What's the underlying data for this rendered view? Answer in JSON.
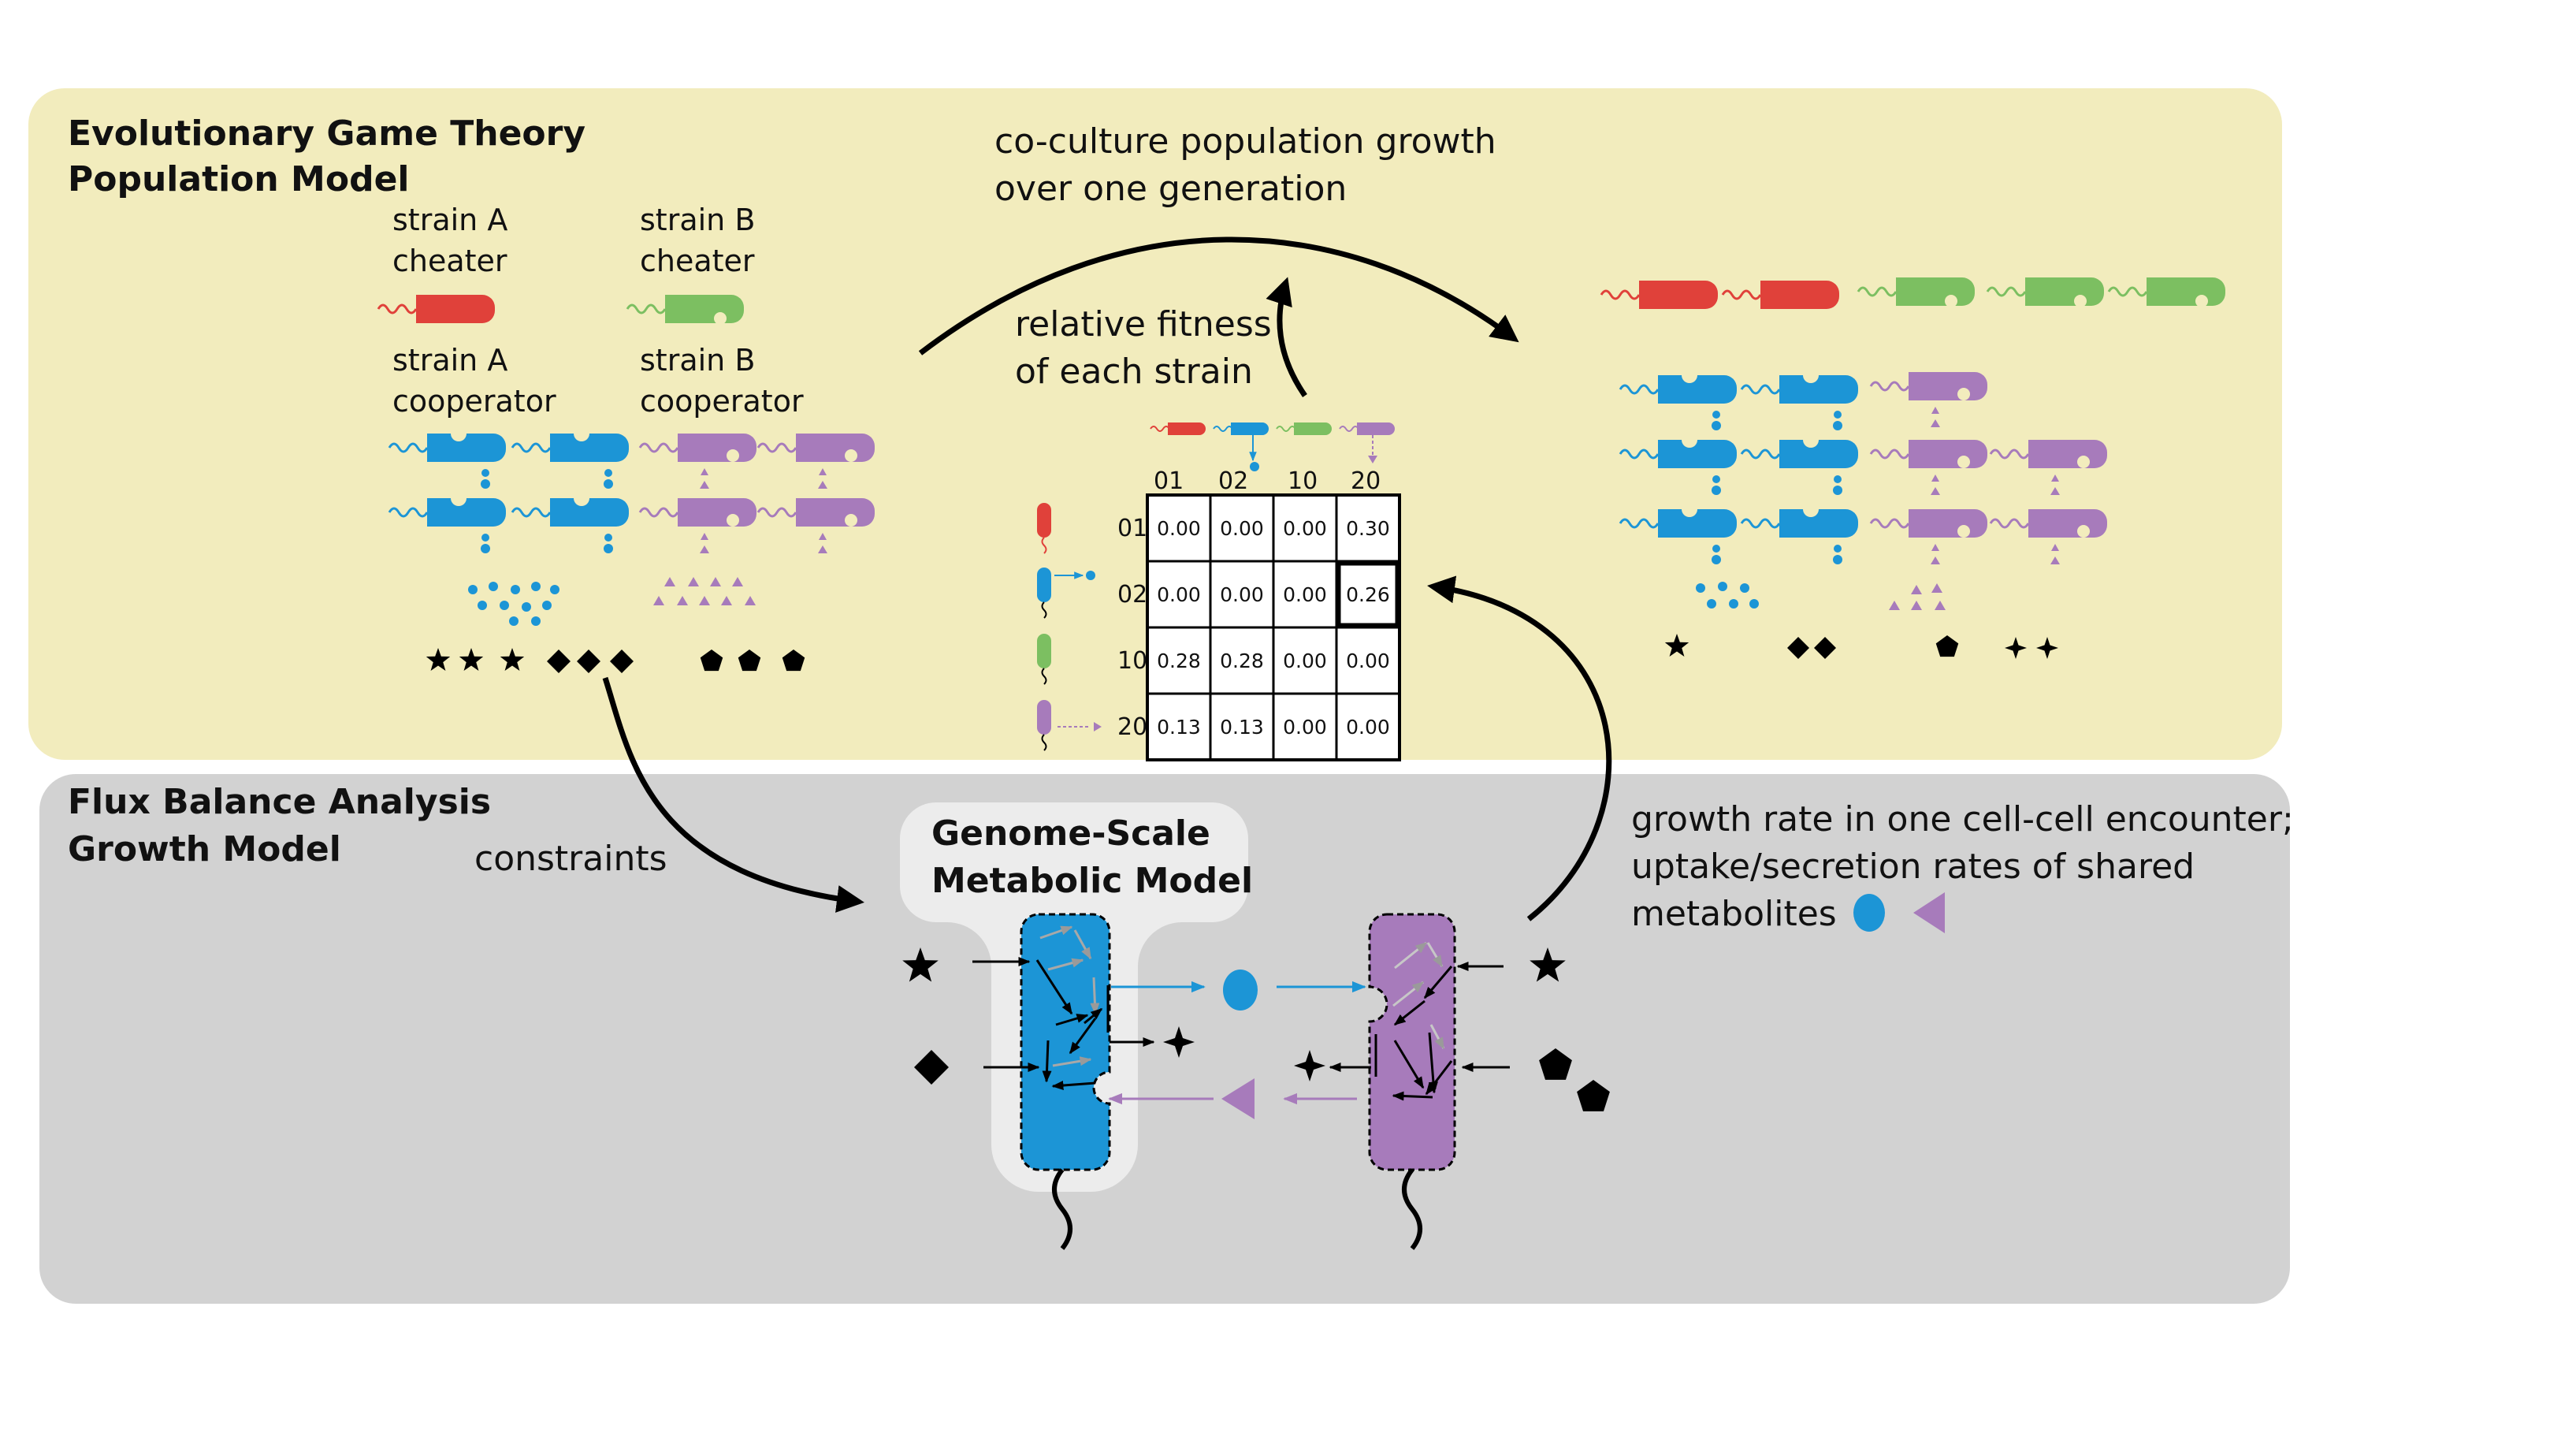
{
  "panels": {
    "top": {
      "title_line1": "Evolutionary Game Theory",
      "title_line2": "Population Model",
      "color": "#f2ecbd"
    },
    "bottom": {
      "title_line1": "Flux Balance Analysis",
      "title_line2": "Growth Model",
      "color": "#d2d2d2"
    }
  },
  "legend": {
    "strain_a_cheater": [
      "strain A",
      "cheater"
    ],
    "strain_b_cheater": [
      "strain B",
      "cheater"
    ],
    "strain_a_cooperator": [
      "strain A",
      "cooperator"
    ],
    "strain_b_cooperator": [
      "strain B",
      "cooperator"
    ]
  },
  "labels": {
    "coculture": [
      "co-culture population growth",
      "over one generation"
    ],
    "relative_fitness": [
      "relative fitness",
      "of each strain"
    ],
    "constraints": "constraints",
    "gsmm": [
      "Genome-Scale",
      "Metabolic Model"
    ],
    "growth_rate": [
      "growth rate in one cell-cell encounter;",
      "uptake/secretion rates of shared",
      "metabolites"
    ]
  },
  "matrix": {
    "col_headers": [
      "01",
      "02",
      "10",
      "20"
    ],
    "row_headers": [
      "01",
      "02",
      "10",
      "20"
    ],
    "rows": [
      [
        "0.00",
        "0.00",
        "0.00",
        "0.30"
      ],
      [
        "0.00",
        "0.00",
        "0.00",
        "0.26"
      ],
      [
        "0.28",
        "0.28",
        "0.00",
        "0.00"
      ],
      [
        "0.13",
        "0.13",
        "0.00",
        "0.00"
      ]
    ],
    "highlight": {
      "row": 1,
      "col": 3
    }
  },
  "colors": {
    "strain_a_cheater": "#e0413a",
    "strain_b_cheater": "#7cbf61",
    "strain_a_cooperator": "#1c95d6",
    "strain_b_cooperator": "#a77bbb",
    "gsmm_box": "#ececec"
  },
  "icons": [
    "star-icon",
    "diamond-icon",
    "pentagon-icon",
    "four-point-star-icon",
    "circle-metabolite-icon",
    "triangle-metabolite-icon",
    "bacterium-icon",
    "arrow-icon"
  ]
}
